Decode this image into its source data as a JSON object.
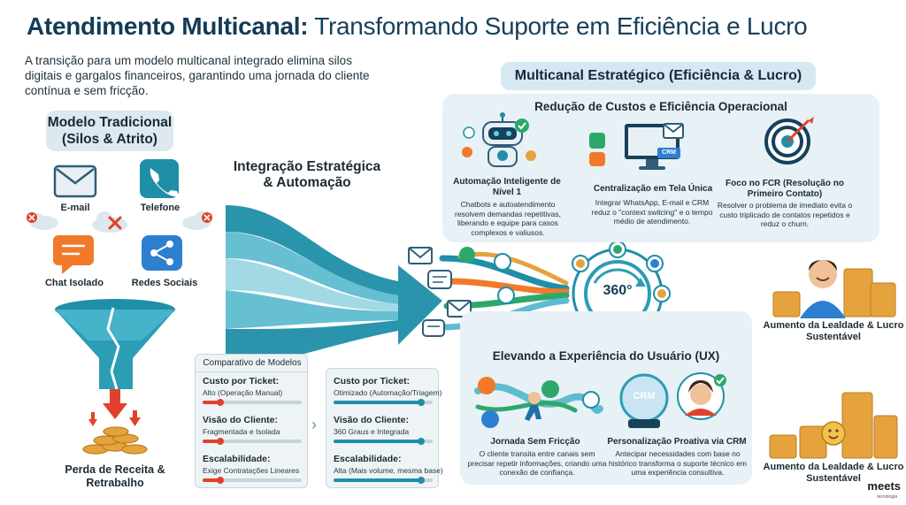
{
  "title": {
    "bold": "Atendimento Multicanal:",
    "rest": "Transformando Suporte em Eficiência e Lucro"
  },
  "intro": "A transição para um modelo multicanal integrado elimina silos digitais e gargalos financeiros, garantindo uma jornada do cliente contínua e sem fricção.",
  "traditional": {
    "title": "Modelo Tradicional (Silos & Atrito)",
    "channels": {
      "email": "E-mail",
      "phone": "Telefone",
      "chat": "Chat Isolado",
      "social": "Redes Sociais"
    },
    "outcome": "Perda de Receita & Retrabalho"
  },
  "integration_label": "Integração Estratégica & Automação",
  "hub_label": "360°",
  "strategic": {
    "title": "Multicanal Estratégico (Eficiência & Lucro)",
    "cost_panel": {
      "title": "Redução de Custos e Eficiência Operacional",
      "features": [
        {
          "title": "Automação Inteligente de Nível 1",
          "desc": "Chatbots e autoatendimento resolvem demandas repetitivas, liberando e equipe para casos complexos e valiusos."
        },
        {
          "title": "Centralização em Tela Única",
          "desc": "Integrar WhatsApp, E-mail e CRM reduz o \"context switcing\" e o tempo médio de atendimento.",
          "screen_badge": "CRM"
        },
        {
          "title": "Foco no FCR (Resolução no Primeiro Contato)",
          "desc": "Resolver o problema de imediato evita o custo triplicado de contatos repetidos e reduz o churn."
        }
      ]
    },
    "ux_panel": {
      "title": "Elevando a Experiência do Usuário (UX)",
      "features": [
        {
          "title": "Jornada Sem Fricção",
          "desc": "O cliente transita entre canais sem precisar repetir informações, criando uma conexão de confiança."
        },
        {
          "title": "Personalização Proativa via CRM",
          "desc": "Antecipar necessidades com base no histórico transforma o suporte técnico em uma experiência consultiva.",
          "orb_label": "CRM"
        }
      ]
    },
    "loyalty_1": "Aumento da Lealdade & Lucro Sustentável",
    "loyalty_2": "Aumento da Lealdade & Lucro Sustentável"
  },
  "comparison": {
    "header": "Comparativo de Modelos",
    "traditional": [
      {
        "label": "Custo por Ticket:",
        "value": "Alto (Operação Manual)",
        "fill": 0.18
      },
      {
        "label": "Visão do Cliente:",
        "value": "Fragmentada e Isolada",
        "fill": 0.18
      },
      {
        "label": "Escalabilidade:",
        "value": "Exige Contratações Lineares",
        "fill": 0.18
      }
    ],
    "strategic": [
      {
        "label": "Custo por Ticket:",
        "value": "Otimizado (Automação/Triagem)",
        "fill": 0.88
      },
      {
        "label": "Visão do Cliente:",
        "value": "360 Graus e Integrada",
        "fill": 0.88
      },
      {
        "label": "Escalabilidade:",
        "value": "Alta (Mais volume, mesma base)",
        "fill": 0.88
      }
    ],
    "arrow": "›"
  },
  "brand": {
    "name": "meets",
    "tagline": "tecnologia"
  },
  "colors": {
    "navy": "#17405a",
    "teal": "#1f8fa8",
    "orange": "#f07a2a",
    "red": "#e0412c",
    "gold": "#e6a23c",
    "green": "#2da86b",
    "panel": "#e7f1f6"
  }
}
